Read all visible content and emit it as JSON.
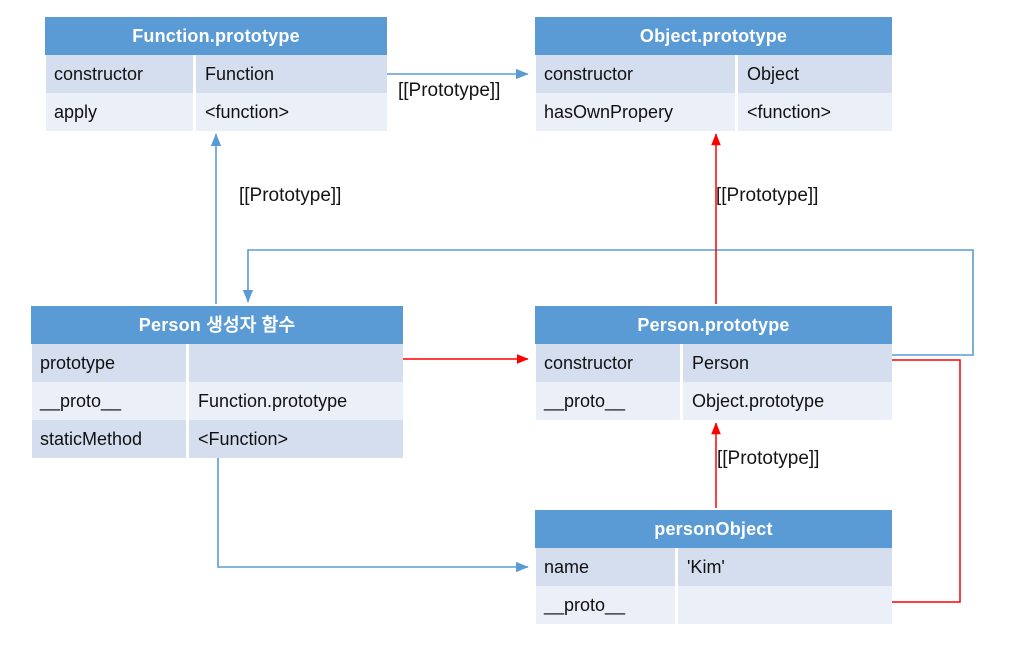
{
  "diagram": {
    "title": "JavaScript prototype chain diagram",
    "colors": {
      "header_blue": "#5B9BD5",
      "row_dark": "#D5DEEF",
      "row_light": "#EAEFF8",
      "arrow_blue": "#5B9BD5",
      "arrow_red": "#FF0000",
      "background": "#FFFFFF"
    },
    "tables": {
      "function_prototype": {
        "title": "Function.prototype",
        "rows": [
          {
            "key": "constructor",
            "value": "Function"
          },
          {
            "key": "apply",
            "value": "<function>"
          }
        ]
      },
      "object_prototype": {
        "title": "Object.prototype",
        "rows": [
          {
            "key": "constructor",
            "value": "Object"
          },
          {
            "key": "hasOwnPropery",
            "value": "<function>"
          }
        ]
      },
      "person_constructor": {
        "title": "Person 생성자 함수",
        "rows": [
          {
            "key": "prototype",
            "value": ""
          },
          {
            "key": "__proto__",
            "value": "Function.prototype"
          },
          {
            "key": "staticMethod",
            "value": "<Function>"
          }
        ]
      },
      "person_prototype": {
        "title": "Person.prototype",
        "rows": [
          {
            "key": "constructor",
            "value": "Person"
          },
          {
            "key": "__proto__",
            "value": "Object.prototype"
          }
        ]
      },
      "person_object": {
        "title": "personObject",
        "rows": [
          {
            "key": "name",
            "value": "'Kim'"
          },
          {
            "key": "__proto__",
            "value": ""
          }
        ]
      }
    },
    "arrow_labels": {
      "function_to_object": "[[Prototype]]",
      "person_ctor_to_function_proto": "[[Prototype]]",
      "person_proto_to_object_proto": "[[Prototype]]",
      "person_object_to_person_proto": "[[Prototype]]"
    }
  }
}
